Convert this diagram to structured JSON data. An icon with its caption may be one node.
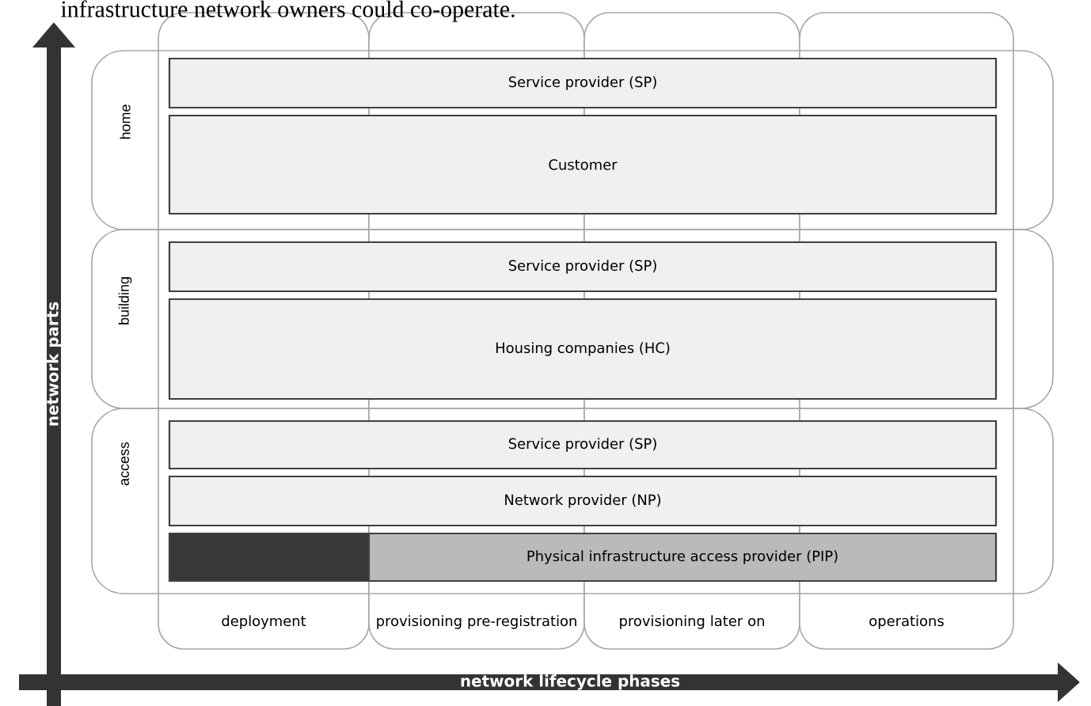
{
  "diagram": {
    "nodes": [
      {
        "text": [
          "home"
        ]
      },
      {
        "text": [
          "Service provider (SP)"
        ],
        "in": 0
      },
      {
        "text": [
          "Customer"
        ],
        "in": 0
      },
      {
        "text": [
          "building"
        ]
      },
      {
        "text": [
          "Service provider (SP)"
        ],
        "in": 3
      },
      {
        "text": [
          "Housing companies (HC)"
        ],
        "in": 3
      },
      {
        "text": [
          "access"
        ]
      },
      {
        "text": [
          "Service provider (SP)"
        ],
        "in": 6
      },
      {
        "text": [
          "Network provider (NP)"
        ],
        "in": 6
      },
      {
        "text": [],
        "shape": "box"
      },
      {
        "text": [
          "Physical infrastructure access provider (PIP)"
        ],
        "in": 6
      },
      {
        "text": [
          "deployment"
        ]
      },
      {
        "text": [
          "provisioning pre-registration"
        ]
      },
      {
        "text": [
          "provisioning later on"
        ]
      },
      {
        "text": [
          "operations"
        ]
      }
    ],
    "edges": [],
    "labels": [
      "infrastructure network owners could co-operate.",
      "network parts",
      "network lifecycle phases"
    ]
  }
}
